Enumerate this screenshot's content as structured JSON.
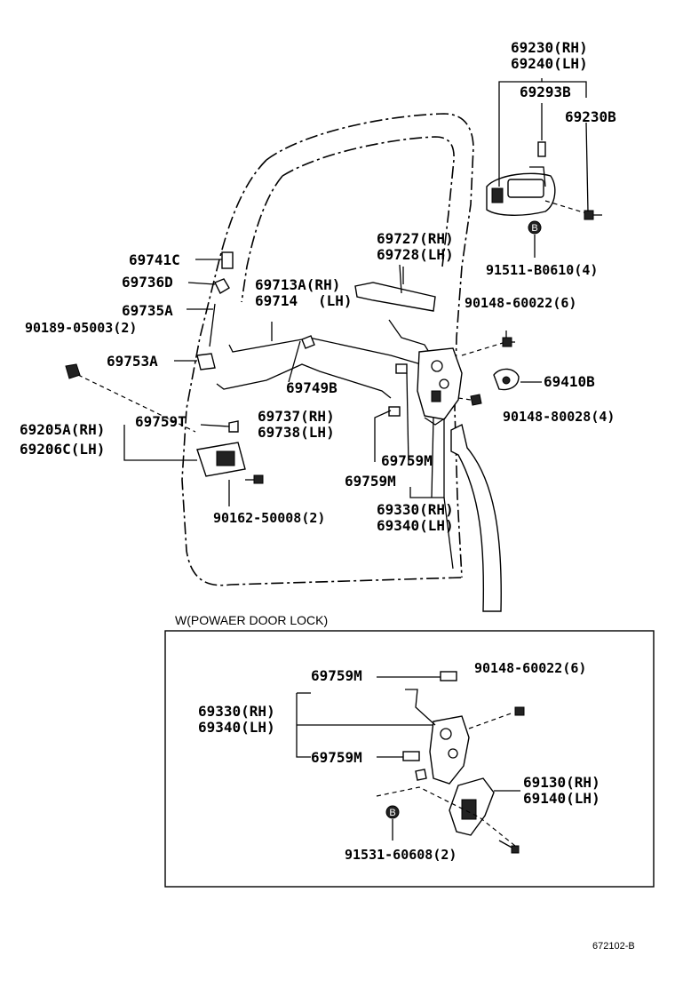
{
  "main_parts": {
    "p69230RH": "69230(RH)",
    "p69240LH": "69240(LH)",
    "p69293B": "69293B",
    "p69230B": "69230B",
    "p91511": "91511-B0610(4)",
    "p69727RH": "69727(RH)",
    "p69728LH": "69728(LH)",
    "p69741C": "69741C",
    "p69736D": "69736D",
    "p69735A": "69735A",
    "p69713ARH": "69713A(RH)",
    "p69714": "69714",
    "p69714LH": "(LH)",
    "p90148_6": "90148-60022(6)",
    "p90189": "90189-05003(2)",
    "p69753A": "69753A",
    "p69749B": "69749B",
    "p69410B": "69410B",
    "p90148_80028": "90148-80028(4)",
    "p69737RH": "69737(RH)",
    "p69738LH": "69738(LH)",
    "p69759T": "69759T",
    "p69205ARH": "69205A(RH)",
    "p69206CLH": "69206C(LH)",
    "p69759M_a": "69759M",
    "p69759M_b": "69759M",
    "p69330RH": "69330(RH)",
    "p69340LH": "69340(LH)",
    "p90162": "90162-50008(2)"
  },
  "inset": {
    "title": "W(POWAER  DOOR  LOCK)",
    "p69759M_top": "69759M",
    "p90148": "90148-60022(6)",
    "p69330RH": "69330(RH)",
    "p69340LH": "69340(LH)",
    "p69759M_bot": "69759M",
    "p69130RH": "69130(RH)",
    "p69140LH": "69140(LH)",
    "p91531": "91531-60608(2)"
  },
  "marker_b": "B",
  "figure_code": "672102-B"
}
